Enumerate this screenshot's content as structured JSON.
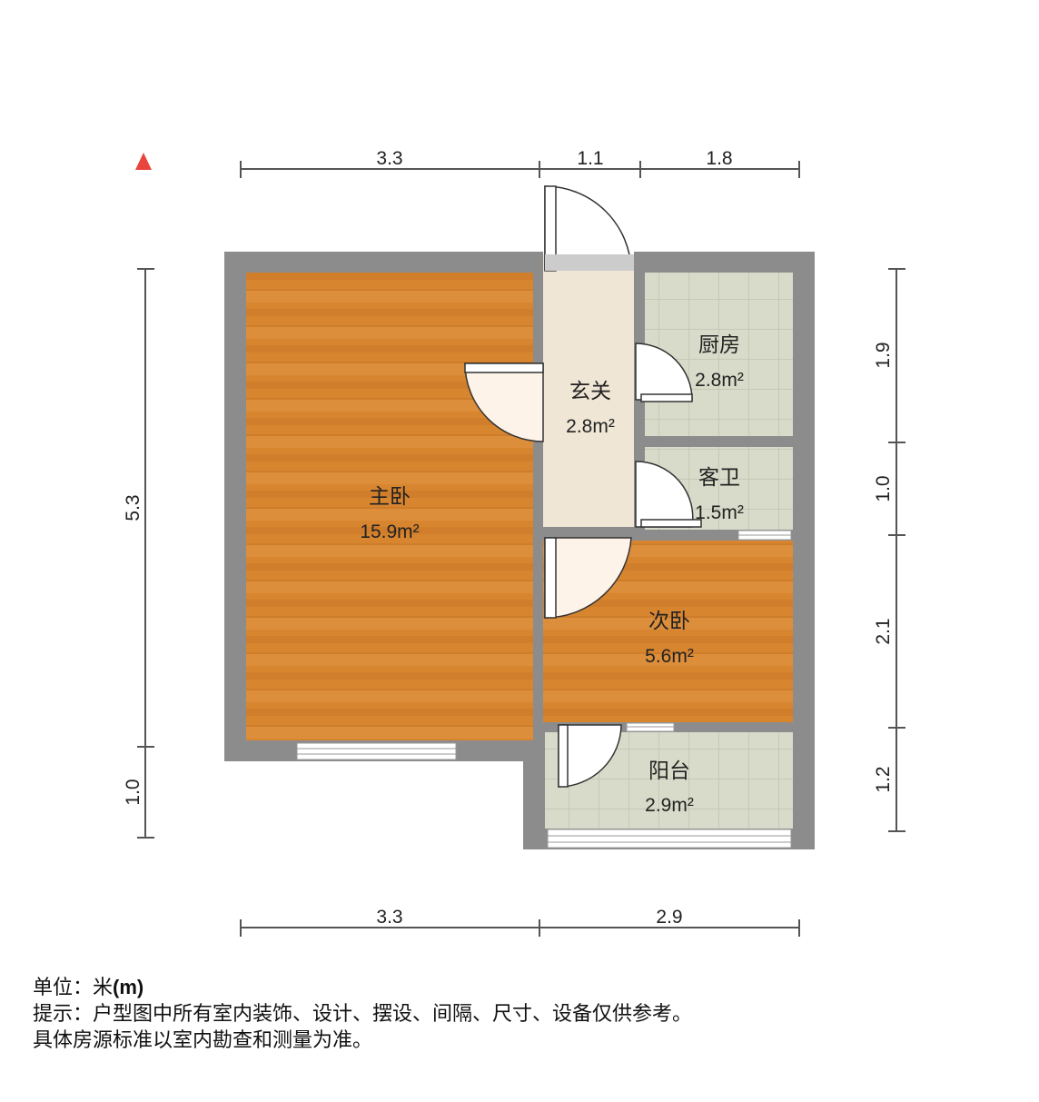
{
  "colors": {
    "wall": "#8c8c8c",
    "wood": "#d9822f",
    "tile": "#d9dccb",
    "marble": "#efe6d6",
    "north_marker": "#e8453c"
  },
  "dimensions": {
    "top": [
      "3.3",
      "1.1",
      "1.8"
    ],
    "bottom": [
      "3.3",
      "2.9"
    ],
    "left": [
      "5.3",
      "1.0"
    ],
    "right": [
      "1.9",
      "1.0",
      "2.1",
      "1.2"
    ]
  },
  "rooms": {
    "master_bedroom": {
      "name": "主卧",
      "area": "15.9m²"
    },
    "entrance": {
      "name": "玄关",
      "area": "2.8m²"
    },
    "kitchen": {
      "name": "厨房",
      "area": "2.8m²"
    },
    "bathroom": {
      "name": "客卫",
      "area": "1.5m²"
    },
    "second_bedroom": {
      "name": "次卧",
      "area": "5.6m²"
    },
    "balcony": {
      "name": "阳台",
      "area": "2.9m²"
    }
  },
  "footer": {
    "unit_label": "单位：米",
    "unit_value": "(m)",
    "note_line1": "提示：户型图中所有室内装饰、设计、摆设、间隔、尺寸、设备仅供参考。",
    "note_line2": "具体房源标准以室内勘查和测量为准。"
  }
}
